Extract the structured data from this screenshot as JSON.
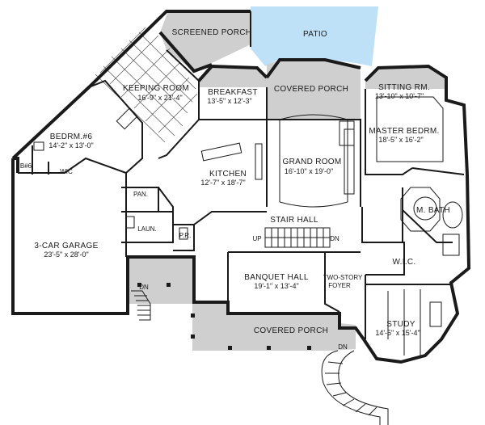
{
  "rooms": {
    "screened_porch": {
      "name": "SCREENED PORCH"
    },
    "patio": {
      "name": "PATIO"
    },
    "keeping_room": {
      "name": "KEEPING ROOM",
      "dim": "16'-9\" x 21'-4\""
    },
    "breakfast": {
      "name": "BREAKFAST",
      "dim": "13'-5\" x 12'-3\""
    },
    "covered_porch_top": {
      "name": "COVERED PORCH"
    },
    "sitting_room": {
      "name": "SITTING RM.",
      "dim": "13'-10\" x 10'-7\""
    },
    "master_bedroom": {
      "name": "MASTER BEDRM.",
      "dim": "18'-5\" x 16'-2\""
    },
    "bedroom_6": {
      "name": "BEDRM.#6",
      "dim": "14'-2\" x 13'-0\""
    },
    "bath_6": {
      "name": "B#6"
    },
    "wic_6": {
      "name": "WIC"
    },
    "kitchen": {
      "name": "KITCHEN",
      "dim": "12'-7\" x 18'-7\""
    },
    "grand_room": {
      "name": "GRAND ROOM",
      "dim": "16'-10\" x 19'-0\""
    },
    "master_bath": {
      "name": "M. BATH"
    },
    "pantry": {
      "name": "PAN."
    },
    "laundry": {
      "name": "LAUN."
    },
    "powder": {
      "name": "P.R."
    },
    "stair_hall": {
      "name": "STAIR HALL"
    },
    "garage": {
      "name": "3-CAR GARAGE",
      "dim": "23'-5\" x 28'-0\""
    },
    "banquet_hall": {
      "name": "BANQUET HALL",
      "dim": "19'-1\" x 13'-4\""
    },
    "foyer": {
      "name": "TWO-STORY",
      "name2": "FOYER"
    },
    "wic": {
      "name": "W.I.C."
    },
    "study": {
      "name": "STUDY",
      "dim": "14'-5\" x 15'-4\""
    },
    "covered_porch_bottom": {
      "name": "COVERED PORCH"
    }
  },
  "stairs": {
    "up": "UP",
    "down": "DN"
  },
  "doors": {
    "dn_garage": "DN",
    "dn_front": "DN"
  },
  "colors": {
    "patio": "#bfe1f7",
    "porch": "#cfcfcf",
    "wall": "#1a1a1a"
  }
}
